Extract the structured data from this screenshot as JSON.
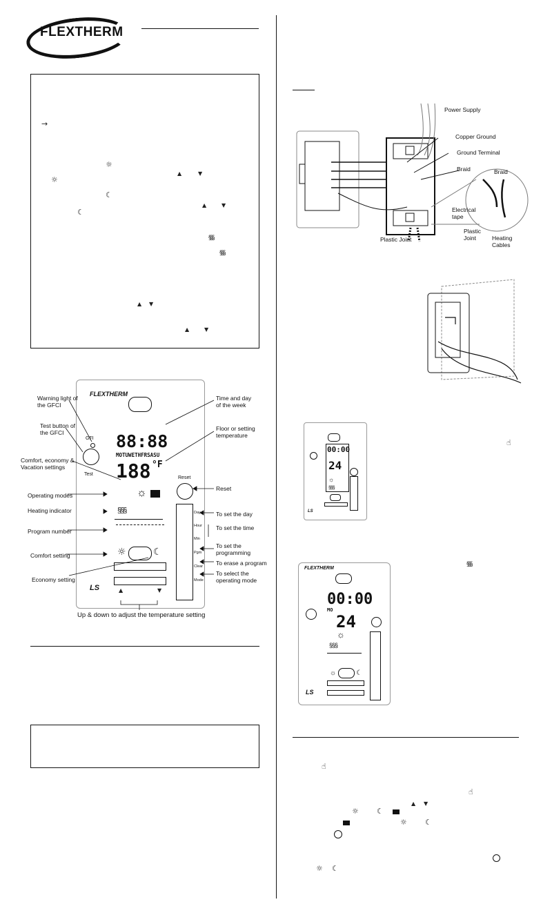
{
  "brand": {
    "logo_text": "FLEXTHERM"
  },
  "lcd_logo": "FLEXTHERM",
  "lcd_model": "LS",
  "icons": {
    "arrow": "→",
    "sun": "☼",
    "moon": "☾",
    "up": "▲",
    "down": "▼",
    "heat": "§§§"
  },
  "diagram1": {
    "gfci_top": "GFI",
    "test_under": "Test",
    "reset_top": "Reset",
    "lcd_time": "88:88",
    "lcd_days": "MOTUWETHFRSASU",
    "lcd_temp": "188",
    "lcd_unit": "°F",
    "side_buttons": [
      "Day",
      "Hour",
      "Min",
      "Pgm",
      "Clear",
      "Mode"
    ],
    "left_labels": [
      "Warning light of the GFCI",
      "Test button of the GFCI",
      "Comfort, economy & Vacation settings",
      "Operating modes",
      "Heating indicator",
      "Program number",
      "Comfort setting",
      "Economy setting"
    ],
    "right_labels": [
      "Time and day of the week",
      "Floor or setting temperature",
      "Reset",
      "To set the day",
      "To set the time",
      "To set the programming",
      "To erase a program",
      "To select the operating mode"
    ],
    "caption": "Up & down to adjust the temperature setting"
  },
  "wiring": {
    "power_supply": "Power Supply",
    "copper_ground": "Copper Ground",
    "ground_terminal": "Ground Terminal",
    "braid": "Braid",
    "braid2": "Braid",
    "electrical_tape": "Electrical tape",
    "plastic_joint": "Plastic Joint",
    "plastic_joint2": "Plastic Joint",
    "heating_cables": "Heating Cables"
  },
  "small_lcd": {
    "time": "00:00",
    "temp": "24",
    "day": "MO"
  }
}
